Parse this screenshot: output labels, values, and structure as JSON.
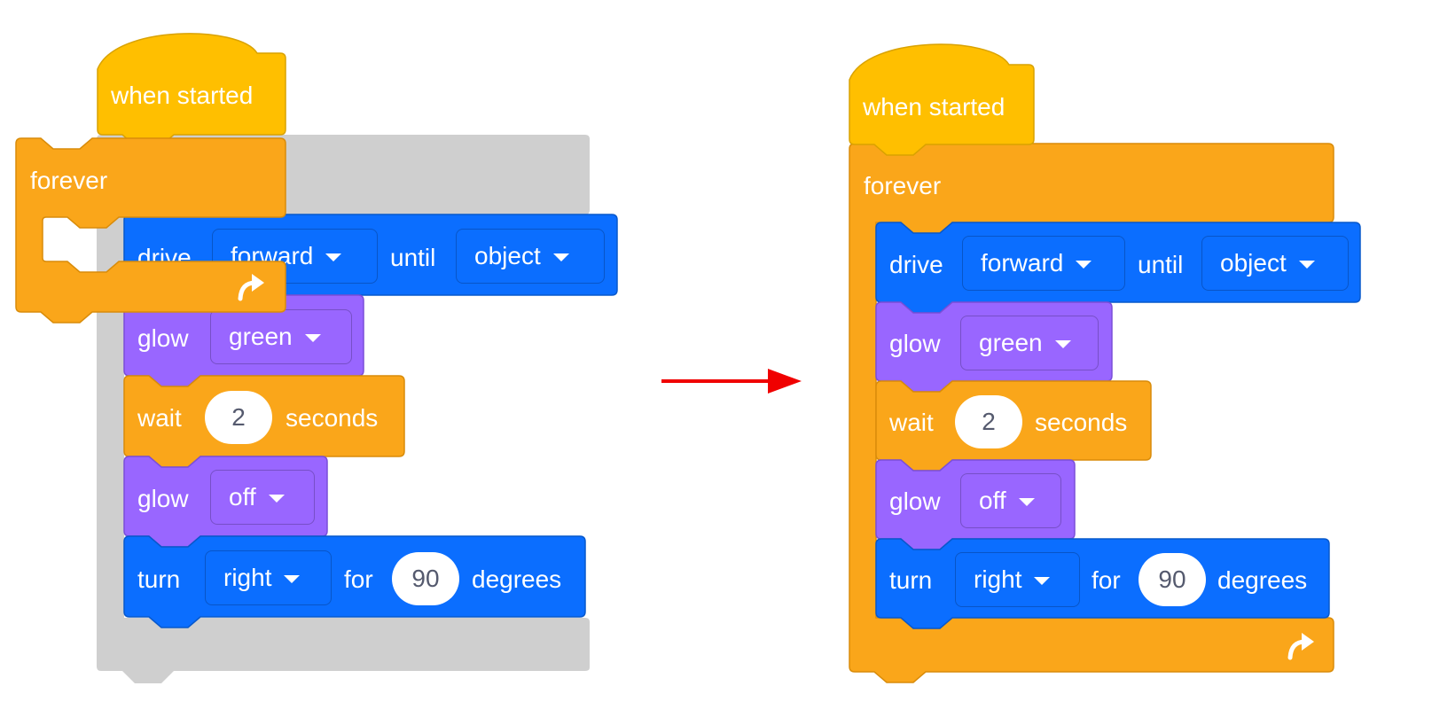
{
  "colors": {
    "event": "#FFBF00",
    "control": "#FAA61A",
    "motion": "#0B6EFF",
    "looks": "#9966FF",
    "ghost": "#CFCFCF",
    "arrow": "#F00000"
  },
  "blocks": {
    "when_started": "when started",
    "forever": "forever",
    "drive": "drive",
    "drive_direction": "forward",
    "until": "until",
    "until_target": "object",
    "glow1": "glow",
    "glow1_color": "green",
    "wait": "wait",
    "wait_value": "2",
    "seconds": "seconds",
    "glow2": "glow",
    "glow2_color": "off",
    "turn": "turn",
    "turn_direction": "right",
    "for": "for",
    "turn_value": "90",
    "degrees": "degrees"
  },
  "icons": {
    "dropdown": "chevron-down-icon",
    "loop": "loop-arrow-icon",
    "transition": "right-arrow-icon"
  }
}
